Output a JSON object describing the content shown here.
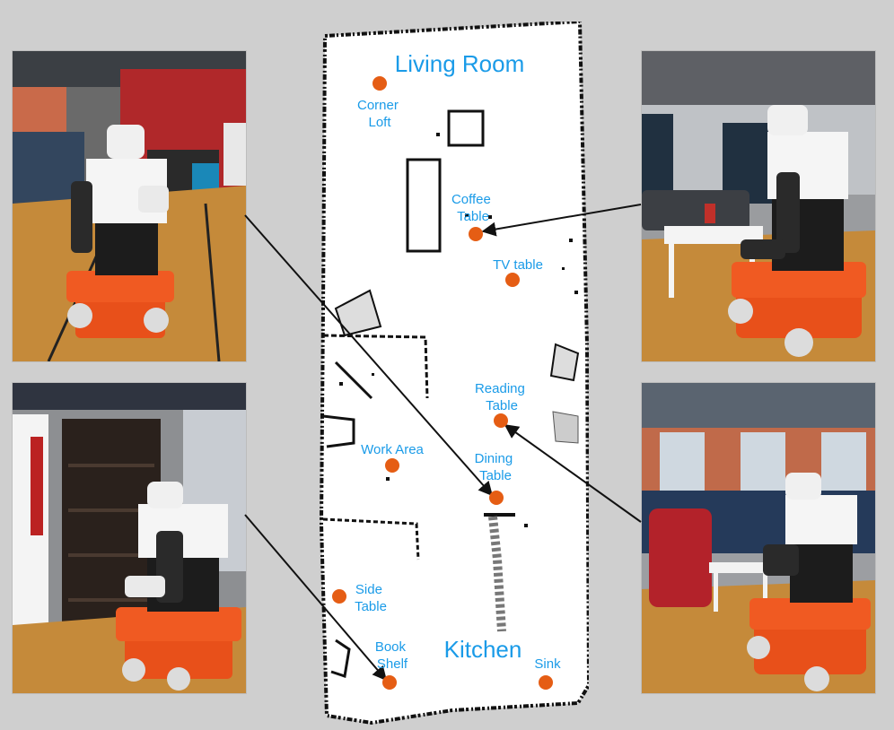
{
  "map": {
    "rooms": [
      {
        "id": "living-room",
        "label": "Living Room"
      },
      {
        "id": "kitchen",
        "label": "Kitchen"
      }
    ],
    "locations": [
      {
        "id": "corner-loft",
        "lines": [
          "Corner",
          "Loft"
        ]
      },
      {
        "id": "coffee-table",
        "lines": [
          "Coffee",
          "Table"
        ]
      },
      {
        "id": "tv-table",
        "lines": [
          "TV table"
        ]
      },
      {
        "id": "reading-table",
        "lines": [
          "Reading",
          "Table"
        ]
      },
      {
        "id": "work-area",
        "lines": [
          "Work Area"
        ]
      },
      {
        "id": "dining-table",
        "lines": [
          "Dining",
          "Table"
        ]
      },
      {
        "id": "side-table",
        "lines": [
          "Side",
          "Table"
        ]
      },
      {
        "id": "book-shelf",
        "lines": [
          "Book",
          "Shelf"
        ]
      },
      {
        "id": "sink",
        "lines": [
          "Sink"
        ]
      }
    ]
  },
  "colors": {
    "background": "#cfcfcf",
    "label": "#1a9be8",
    "marker": "#e55d14",
    "robot_base": "#e8501a",
    "robot_body": "#f5f5f5",
    "robot_arm": "#1c1c1c"
  },
  "photos": [
    {
      "id": "photo-dining-table",
      "depicts": "dining-table"
    },
    {
      "id": "photo-book-shelf",
      "depicts": "book-shelf"
    },
    {
      "id": "photo-coffee-table",
      "depicts": "coffee-table"
    },
    {
      "id": "photo-reading-table",
      "depicts": "reading-table"
    }
  ]
}
